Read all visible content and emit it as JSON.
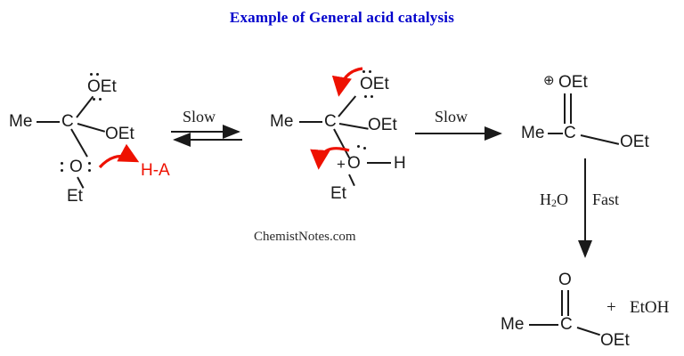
{
  "title": "Example of General acid catalysis",
  "watermark": "ChemistNotes.com",
  "colors": {
    "title": "#0000cc",
    "arrow_mechanism": "#ee1100",
    "structure": "#1a1a1a",
    "background": "#ffffff"
  },
  "steps": {
    "step1_label": "Slow",
    "step2_label": "Slow",
    "step3_label": "Fast",
    "step3_reagent": "H2O",
    "step3_reagent_parts": {
      "main": "H",
      "sub": "2",
      "tail": "O"
    }
  },
  "structure1": {
    "name": "orthoester-with-ethoxy",
    "center": "C",
    "methyl": "Me",
    "top_group": "OEt",
    "right_group": "OEt",
    "bottom_oxygen": "O",
    "bottom_ethyl": "Et",
    "acid": "H-A"
  },
  "structure2": {
    "name": "protonated-orthoester",
    "center": "C",
    "methyl": "Me",
    "top_group": "OEt",
    "right_group": "OEt",
    "oxonium": "O",
    "oxonium_charge": "+",
    "oxonium_hydrogen": "H",
    "bottom_ethyl": "Et"
  },
  "structure3": {
    "name": "oxocarbenium-ion",
    "center": "C",
    "methyl": "Me",
    "top_group": "OEt",
    "top_charge": "⊕",
    "right_group": "OEt"
  },
  "structure4": {
    "name": "ester-product",
    "center": "C",
    "methyl": "Me",
    "carbonyl_oxygen": "O",
    "right_group": "OEt",
    "plus": "+",
    "byproduct": "EtOH"
  }
}
